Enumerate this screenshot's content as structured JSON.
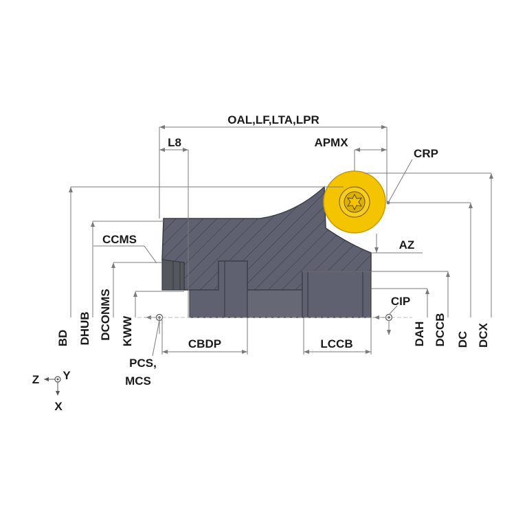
{
  "labels": {
    "oal": "OAL,LF,LTA,LPR",
    "l8": "L8",
    "apmx": "APMX",
    "crp": "CRP",
    "ccms": "CCMS",
    "az": "AZ",
    "cip": "CIP",
    "bd": "BD",
    "dhub": "DHUB",
    "dconms": "DCONMS",
    "kww": "KWW",
    "cbdp": "CBDP",
    "lccb": "LCCB",
    "dah": "DAH",
    "dccb": "DCCB",
    "dc": "DC",
    "dcx": "DCX",
    "pcs": "PCS,",
    "mcs": "MCS",
    "axis_z": "Z",
    "axis_y": "Y",
    "axis_x": "X"
  },
  "colors": {
    "body": "#5f6170",
    "body_dark": "#44464f",
    "insert": "#f5c400",
    "insert_edge": "#c79a00",
    "dimension": "#7a7a7a",
    "text": "#1a1a1a"
  }
}
